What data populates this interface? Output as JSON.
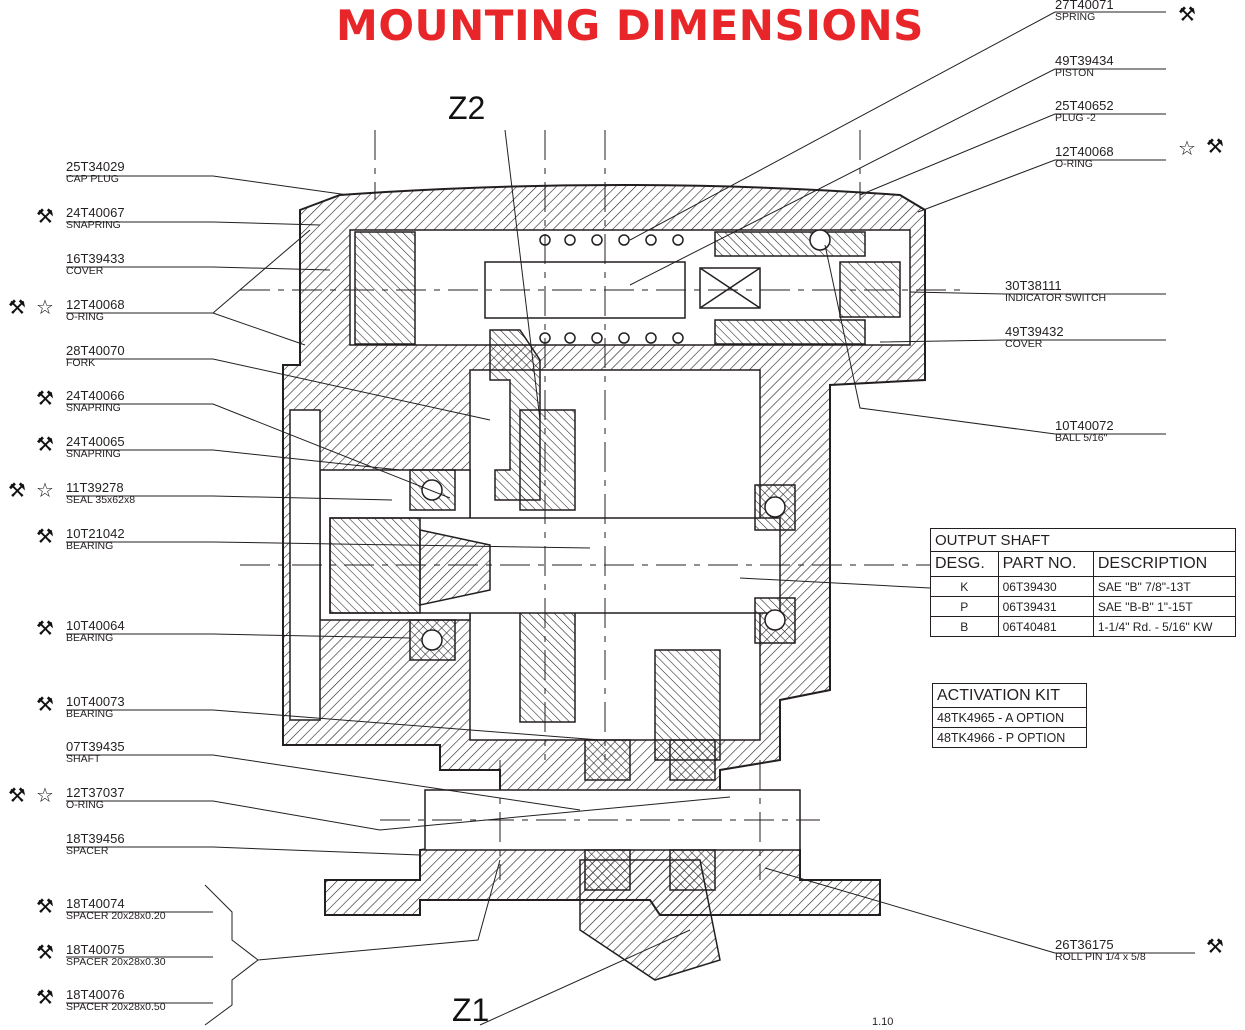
{
  "title": "MOUNTING DIMENSIONS",
  "labels": {
    "z2": "Z2",
    "z1": "Z1"
  },
  "page_number": "1.10",
  "callouts_left": [
    {
      "part": "25T34029",
      "desc": "CAP PLUG",
      "icons": []
    },
    {
      "part": "24T40067",
      "desc": "SNAPRING",
      "icons": [
        "tool-icon"
      ]
    },
    {
      "part": "16T39433",
      "desc": "COVER",
      "icons": []
    },
    {
      "part": "12T40068",
      "desc": "O-RING",
      "icons": [
        "tool-icon",
        "star-icon"
      ]
    },
    {
      "part": "28T40070",
      "desc": "FORK",
      "icons": []
    },
    {
      "part": "24T40066",
      "desc": "SNAPRING",
      "icons": [
        "tool-icon"
      ]
    },
    {
      "part": "24T40065",
      "desc": "SNAPRING",
      "icons": [
        "tool-icon"
      ]
    },
    {
      "part": "11T39278",
      "desc": "SEAL  35x62x8",
      "icons": [
        "tool-icon",
        "star-icon"
      ]
    },
    {
      "part": "10T21042",
      "desc": "BEARING",
      "icons": [
        "tool-icon"
      ]
    },
    {
      "part": "10T40064",
      "desc": "BEARING",
      "icons": [
        "tool-icon"
      ]
    },
    {
      "part": "10T40073",
      "desc": "BEARING",
      "icons": [
        "tool-icon"
      ]
    },
    {
      "part": "07T39435",
      "desc": "SHAFT",
      "icons": []
    },
    {
      "part": "12T37037",
      "desc": "O-RING",
      "icons": [
        "tool-icon",
        "star-icon"
      ]
    },
    {
      "part": "18T39456",
      "desc": "SPACER",
      "icons": []
    },
    {
      "part": "18T40074",
      "desc": "SPACER 20x28x0.20",
      "icons": [
        "tool-icon"
      ]
    },
    {
      "part": "18T40075",
      "desc": "SPACER 20x28x0.30",
      "icons": [
        "tool-icon"
      ]
    },
    {
      "part": "18T40076",
      "desc": "SPACER 20x28x0.50",
      "icons": [
        "tool-icon"
      ]
    }
  ],
  "callouts_right": [
    {
      "part": "27T40071",
      "desc": "SPRING",
      "icons": [
        "tool-icon"
      ]
    },
    {
      "part": "49T39434",
      "desc": "PISTON",
      "icons": []
    },
    {
      "part": "25T40652",
      "desc": "PLUG -2",
      "icons": []
    },
    {
      "part": "12T40068",
      "desc": "O-RING",
      "icons": [
        "star-icon",
        "tool-icon"
      ]
    },
    {
      "part": "30T38111",
      "desc": "INDICATOR SWITCH",
      "icons": []
    },
    {
      "part": "49T39432",
      "desc": "COVER",
      "icons": []
    },
    {
      "part": "10T40072",
      "desc": "BALL  5/16\"",
      "icons": []
    },
    {
      "part": "26T36175",
      "desc": "ROLL PIN 1/4 x 5/8",
      "icons": [
        "tool-icon"
      ]
    }
  ],
  "output_shaft": {
    "title": "OUTPUT SHAFT",
    "headers": [
      "DESG.",
      "PART NO.",
      "DESCRIPTION"
    ],
    "rows": [
      [
        "K",
        "06T39430",
        "SAE \"B\"   7/8\"-13T"
      ],
      [
        "P",
        "06T39431",
        "SAE \"B-B\"  1\"-15T"
      ],
      [
        "B",
        "06T40481",
        "1-1/4\" Rd. - 5/16\" KW"
      ]
    ]
  },
  "activation_kit": {
    "title": "ACTIVATION KIT",
    "rows": [
      "48TK4965 - A OPTION",
      "48TK4966 - P OPTION"
    ]
  },
  "colors": {
    "title": "#e8262a",
    "ink": "#231f20"
  }
}
